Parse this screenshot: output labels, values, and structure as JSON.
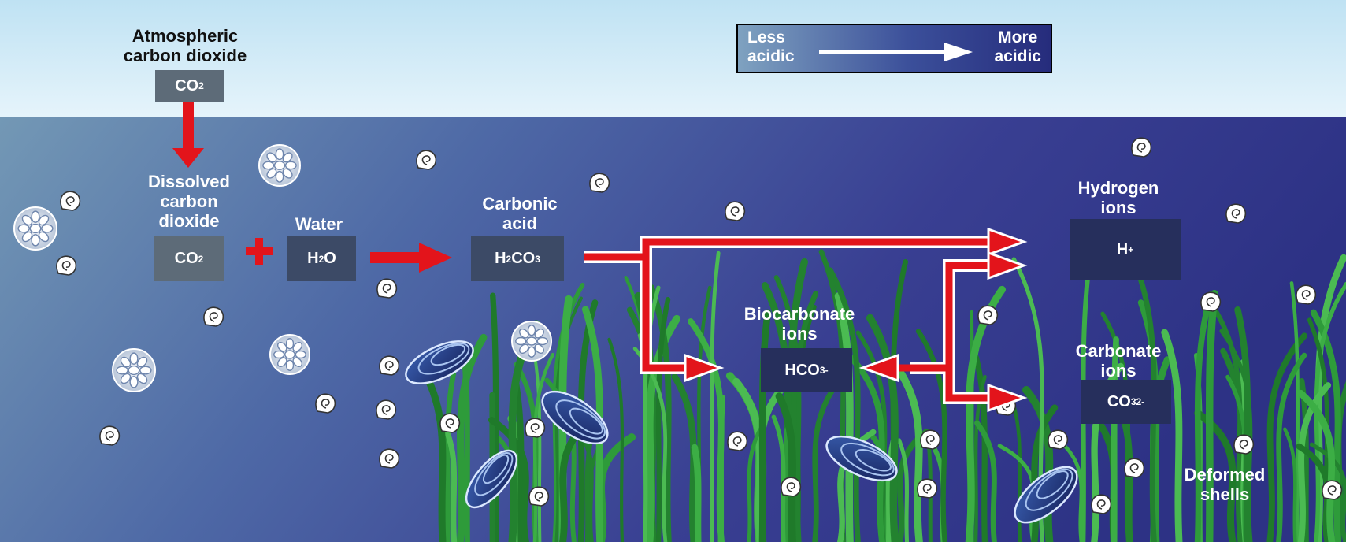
{
  "legend": {
    "low": "Less\nacidic",
    "high": "More\nacidic"
  },
  "atmosphere": {
    "label": "Atmospheric\ncarbon dioxide"
  },
  "dissolved": {
    "label": "Dissolved\ncarbon\ndioxide"
  },
  "water": {
    "label": "Water"
  },
  "carbonic": {
    "label": "Carbonic\nacid"
  },
  "bicarbonate": {
    "label": "Biocarbonate\nions"
  },
  "hydrogen": {
    "label": "Hydrogen\nions"
  },
  "carbonate": {
    "label": "Carbonate\nions"
  },
  "shells": {
    "label": "Deformed\nshells"
  },
  "formulas": {
    "co2": "CO2",
    "h2o": "H2O",
    "h2co3": "H2CO3",
    "hco3": "HCO3-",
    "h": "H+",
    "co3": "CO32-"
  },
  "colors": {
    "sky": "#cfe8f5",
    "water_shallow": "#6f95b5",
    "water_deep": "#2e3488",
    "arrow": "#e3141b",
    "seagrass": "#2f9a3c",
    "box": "#3c4a66"
  },
  "icons": [
    "shell-icon",
    "coccolith-icon",
    "mussel-icon",
    "seagrass-icon",
    "plus-icon",
    "arrow-icon"
  ]
}
